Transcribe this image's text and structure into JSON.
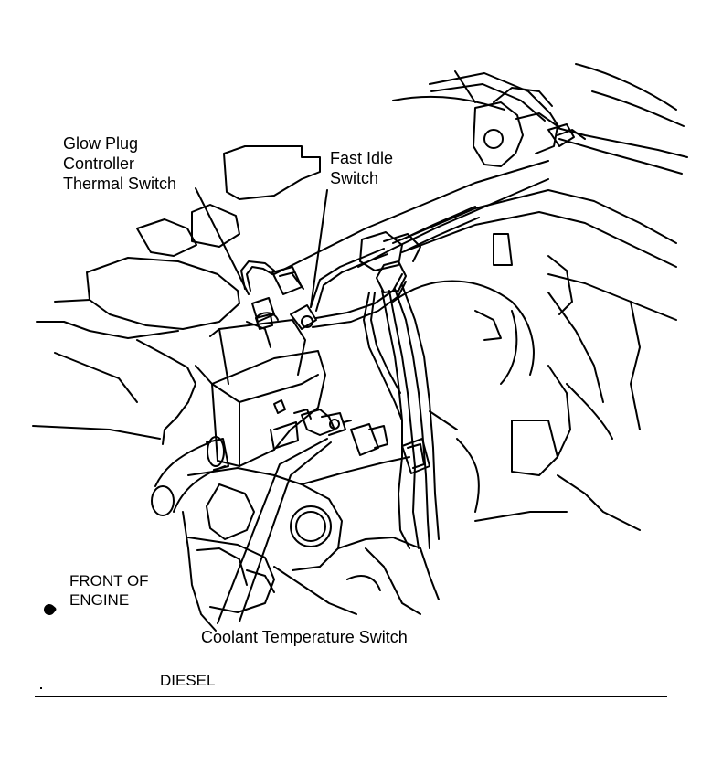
{
  "diagram": {
    "labels": {
      "glow_plug_controller_thermal_switch": [
        "Glow Plug",
        "Controller",
        "Thermal Switch"
      ],
      "fast_idle_switch": [
        "Fast Idle",
        "Switch"
      ],
      "front_of_engine": [
        "FRONT OF",
        "ENGINE"
      ],
      "coolant_temperature_switch": "Coolant Temperature Switch",
      "caption": "DIESEL"
    },
    "icons": [
      "front-direction-marker-icon"
    ],
    "colors": {
      "ink": "#000000",
      "paper": "#ffffff"
    }
  }
}
